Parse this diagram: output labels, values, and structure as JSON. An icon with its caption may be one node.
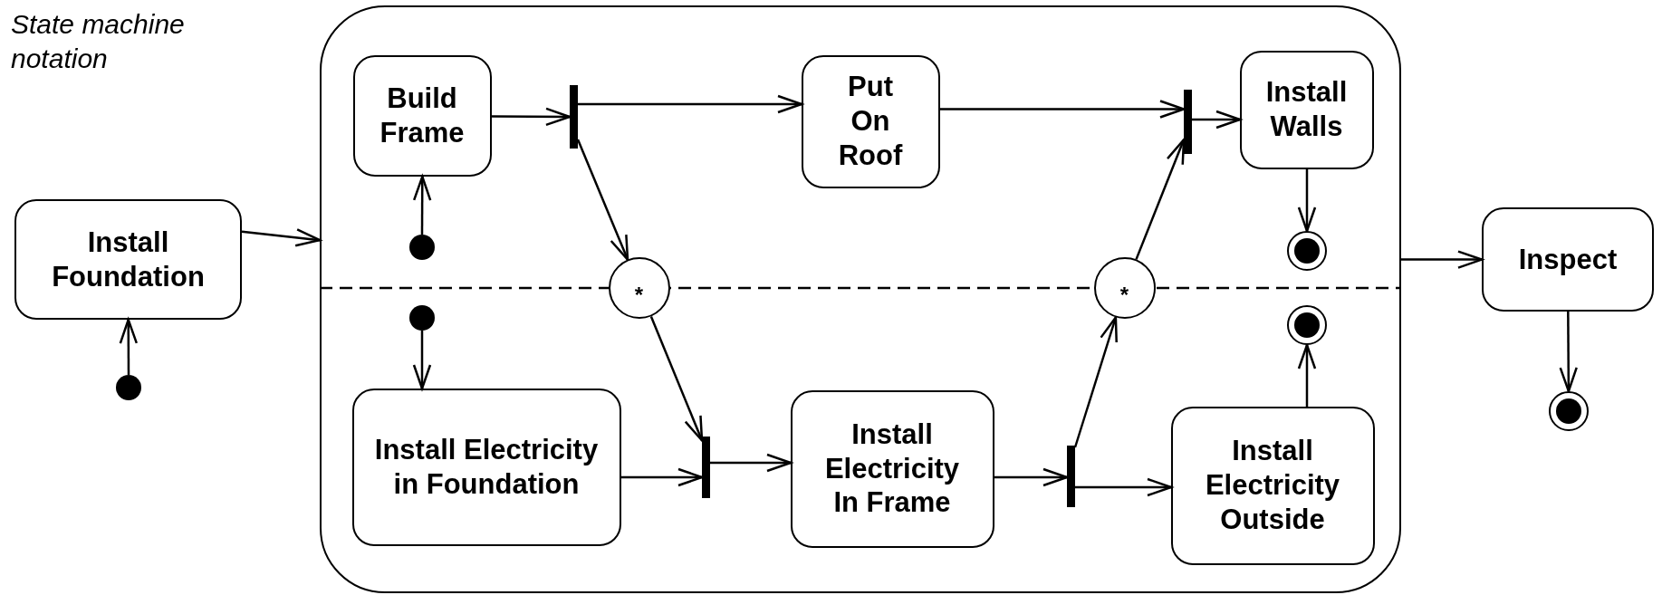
{
  "diagram": {
    "title": "State machine notation",
    "nodes": [
      {
        "text": [
          "Install Foundation"
        ]
      },
      {
        "text": [],
        "shape": "circle"
      },
      {
        "text": [],
        "shape": "box"
      },
      {
        "text": [
          "Build Frame"
        ],
        "in": 2
      },
      {
        "text": [],
        "shape": "circle",
        "in": 2
      },
      {
        "text": [],
        "shape": "bar",
        "in": 2
      },
      {
        "text": [
          "Put On Roof"
        ],
        "in": 2
      },
      {
        "text": [],
        "shape": "bar",
        "in": 2
      },
      {
        "text": [
          "Install Walls"
        ],
        "in": 2
      },
      {
        "text": [],
        "shape": "circle",
        "in": 2
      },
      {
        "text": [
          "*"
        ],
        "in": 2
      },
      {
        "text": [
          "*"
        ],
        "in": 2
      },
      {
        "text": [],
        "shape": "circle",
        "in": 2
      },
      {
        "text": [],
        "shape": "circle",
        "in": 2
      },
      {
        "text": [
          "Install Electricity in Foundation"
        ],
        "in": 2
      },
      {
        "text": [],
        "shape": "bar",
        "in": 2
      },
      {
        "text": [
          "Install Electricity In Frame"
        ],
        "in": 2
      },
      {
        "text": [],
        "shape": "bar",
        "in": 2
      },
      {
        "text": [
          "Install Electricity Outside"
        ],
        "in": 2
      },
      {
        "text": [
          "Inspect"
        ]
      },
      {
        "text": [],
        "shape": "circle"
      }
    ],
    "edges": [
      {
        "from": 1,
        "to": 0,
        "arrow": "to"
      },
      {
        "from": 0,
        "to": 2,
        "arrow": "to"
      },
      {
        "from": 2,
        "to": 19,
        "arrow": "to"
      },
      {
        "from": 19,
        "to": 20,
        "arrow": "to"
      },
      {
        "from": 4,
        "to": 3,
        "arrow": "to"
      },
      {
        "from": 3,
        "to": 5,
        "arrow": "to"
      },
      {
        "from": 5,
        "to": 6,
        "arrow": "to"
      },
      {
        "from": 5,
        "to": 10,
        "arrow": "to"
      },
      {
        "from": 6,
        "to": 7,
        "arrow": "to"
      },
      {
        "from": 7,
        "to": 8,
        "arrow": "to"
      },
      {
        "from": 8,
        "to": 9,
        "arrow": "to"
      },
      {
        "from": 10,
        "to": 15,
        "arrow": "to"
      },
      {
        "from": 12,
        "to": 14,
        "arrow": "to"
      },
      {
        "from": 14,
        "to": 15,
        "arrow": "to"
      },
      {
        "from": 15,
        "to": 16,
        "arrow": "to"
      },
      {
        "from": 16,
        "to": 17,
        "arrow": "to"
      },
      {
        "from": 17,
        "to": 11,
        "arrow": "to"
      },
      {
        "from": 17,
        "to": 18,
        "arrow": "to"
      },
      {
        "from": 11,
        "to": 7,
        "arrow": "to"
      },
      {
        "from": 18,
        "to": 13,
        "arrow": "to"
      }
    ]
  }
}
